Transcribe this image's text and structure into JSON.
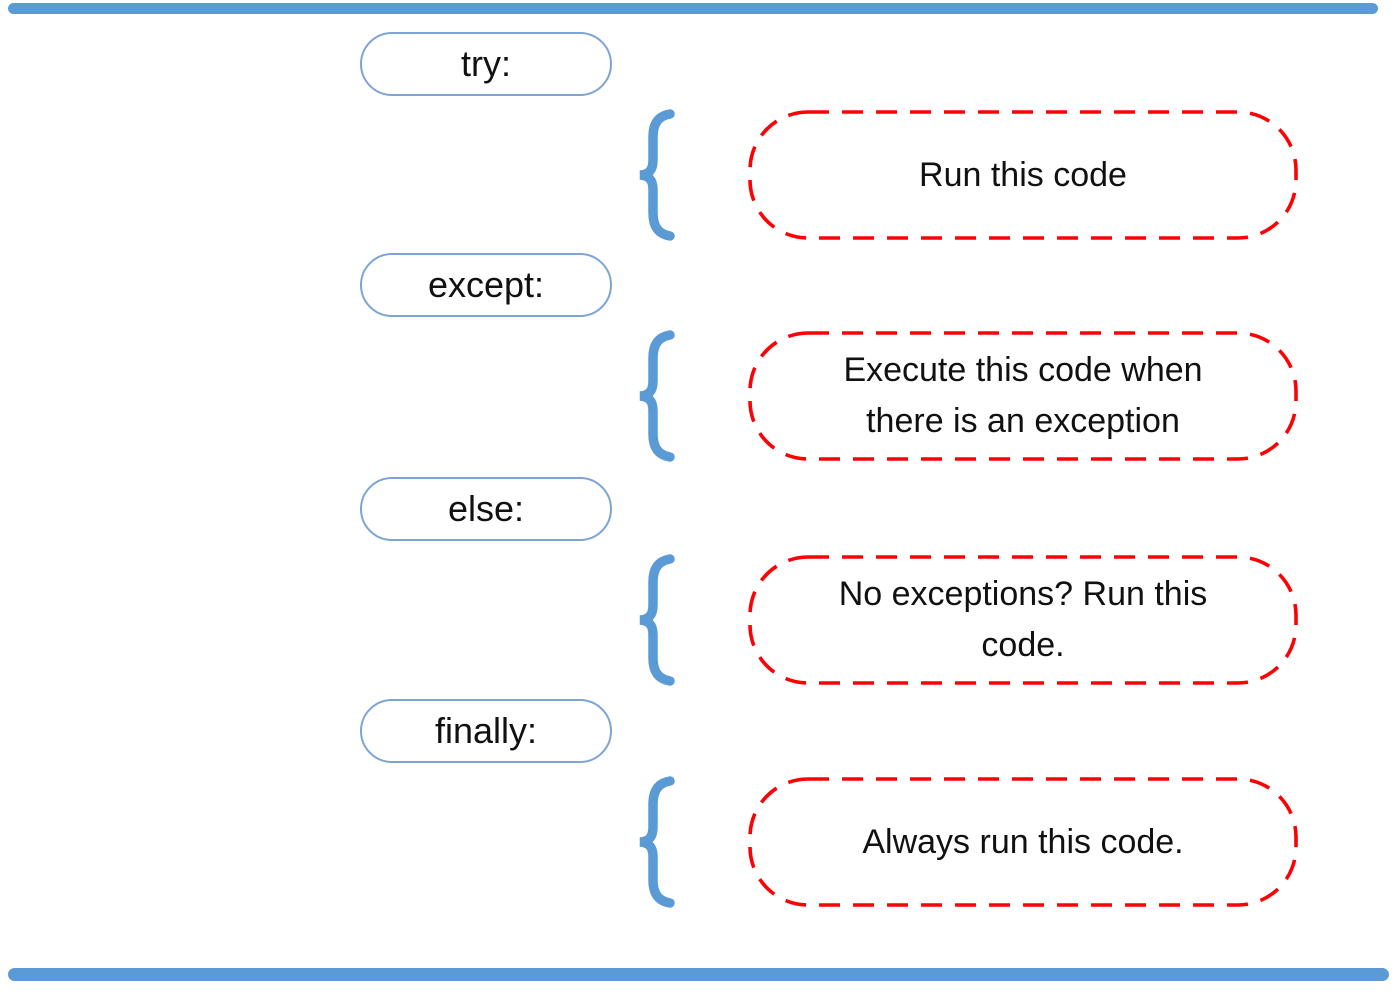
{
  "colors": {
    "accent_blue": "#5B9BD5",
    "pill_border": "#7DA4D4",
    "dashed_red": "#FB0207",
    "text": "#111111"
  },
  "icons": {
    "brace": "left-curly-brace-icon"
  },
  "rows": [
    {
      "keyword": "try:",
      "description": "Run this code"
    },
    {
      "keyword": "except:",
      "description": "Execute this code when there is an exception"
    },
    {
      "keyword": "else:",
      "description": "No exceptions? Run this code."
    },
    {
      "keyword": "finally:",
      "description": "Always run this code."
    }
  ]
}
